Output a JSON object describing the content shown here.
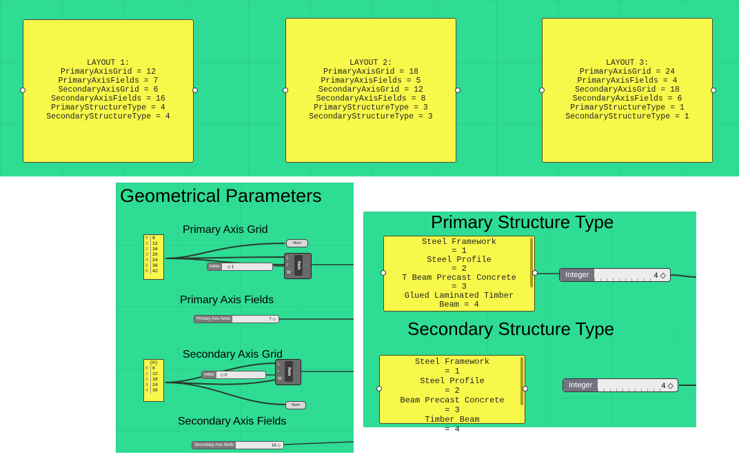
{
  "layouts": [
    {
      "lines": "LAYOUT 1:\nPrimaryAxisGrid = 12\nPrimaryAxisFields = 7\nSecondaryAxisGrid = 6\nSecondaryAxisFields = 16\nPrimaryStructureType = 4\nSecondaryStructureType = 4"
    },
    {
      "lines": "LAYOUT 2:\nPrimaryAxisGrid = 18\nPrimaryAxisFields = 5\nSecondaryAxisGrid = 12\nSecondaryAxisFields = 8\nPrimaryStructureType = 3\nSecondaryStructureType = 3"
    },
    {
      "lines": "LAYOUT 3:\nPrimaryAxisGrid = 24\nPrimaryAxisFields = 4\nSecondaryAxisGrid = 18\nSecondaryAxisFields = 6\nPrimaryStructureType = 1\nSecondaryStructureType = 1"
    }
  ],
  "geometry": {
    "title": "Geometrical Parameters",
    "primary_axis_grid": {
      "label": "Primary Axis Grid",
      "list": [
        [
          "0",
          "8"
        ],
        [
          "1",
          "12"
        ],
        [
          "2",
          "16"
        ],
        [
          "3",
          "20"
        ],
        [
          "4",
          "24"
        ],
        [
          "5",
          "36"
        ],
        [
          "6",
          "42"
        ]
      ],
      "num": "Num",
      "index_label": "Index",
      "index_value": "◇ 1",
      "item_label": "Item",
      "ports_in": [
        "L",
        "i",
        "W"
      ]
    },
    "primary_axis_fields": {
      "label": "Primary Axis Fields",
      "slider_label": "Primary Axis fields",
      "slider_value": "7 ◇"
    },
    "secondary_axis_grid": {
      "label": "Secondary Axis Grid",
      "header": "{0}",
      "list": [
        [
          "0",
          "6"
        ],
        [
          "1",
          "12"
        ],
        [
          "2",
          "18"
        ],
        [
          "3",
          "24"
        ],
        [
          "4",
          "30"
        ]
      ],
      "num": "Num",
      "index_label": "Index",
      "index_value": "◇ 0",
      "item_label": "Item",
      "ports_in": [
        "L",
        "i",
        "W"
      ]
    },
    "secondary_axis_fields": {
      "label": "Secondary Axis Fields",
      "slider_label": "Secondary Axis fields",
      "slider_value": "16 ◇"
    }
  },
  "structure": {
    "primary_title": "Primary Structure Type",
    "primary_panel": "Steel Framework\n= 1\nSteel Profile\n= 2\nT Beam Precast Concrete\n= 3\nGlued Laminated Timber\nBeam = 4",
    "primary_slider_label": "Integer",
    "primary_slider_value": "4 ◇",
    "secondary_title": "Secondary Structure Type",
    "secondary_panel": "Steel Framework\n= 1\nSteel Profile\n= 2\nBeam Precast Concrete\n= 3\nTimber Beam\n= 4",
    "secondary_slider_label": "Integer",
    "secondary_slider_value": "4 ◇"
  },
  "colors": {
    "canvas": "#2fdc94",
    "panel": "#f8f84a",
    "wire": "#2b3a2f"
  }
}
